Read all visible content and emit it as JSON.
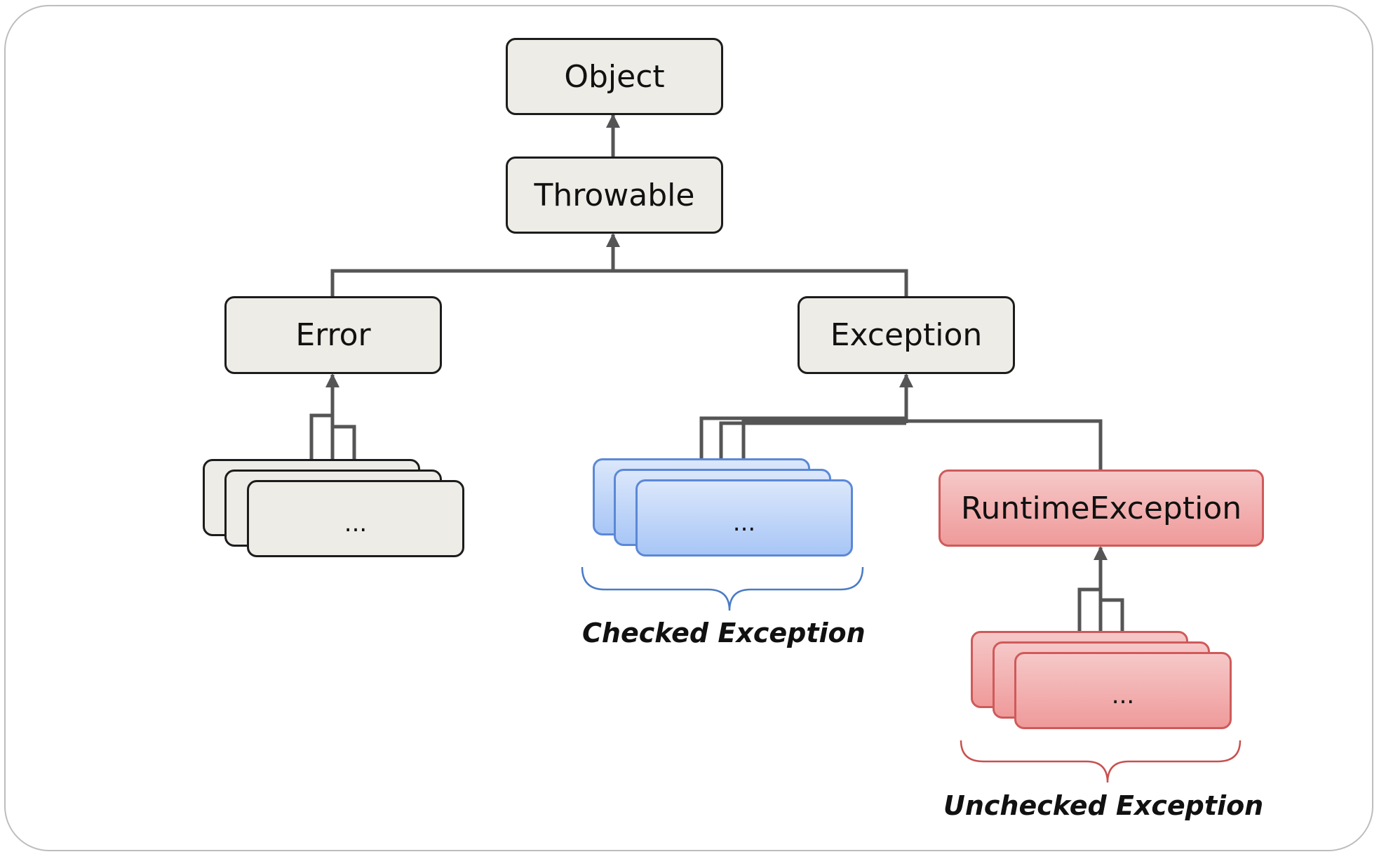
{
  "nodes": {
    "object": "Object",
    "throwable": "Throwable",
    "error": "Error",
    "exception": "Exception",
    "runtime_exception": "RuntimeException",
    "error_subclasses": "...",
    "checked_subclasses": "...",
    "unchecked_subclasses": "..."
  },
  "captions": {
    "checked": "Checked  Exception",
    "unchecked": "Unchecked  Exception"
  },
  "colors": {
    "neutral_fill": "#eeece6",
    "checked_fill": "#a8c6f6",
    "unchecked_fill": "#ef9a9a",
    "connector": "#555555",
    "brace_checked": "#4a7bc4",
    "brace_unchecked": "#c85050"
  }
}
